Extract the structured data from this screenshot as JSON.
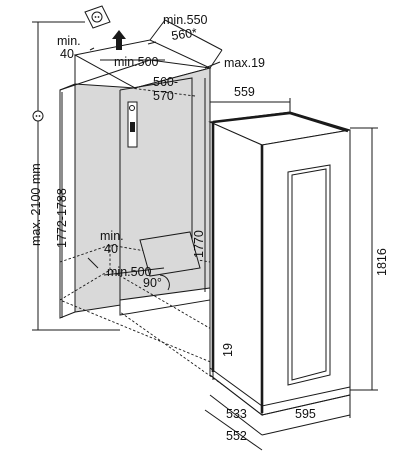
{
  "labels": {
    "min_550": "min.550",
    "d_560_star": "560*",
    "min_40_top": "min.\n40",
    "min_500_top": "min.500",
    "max_19": "max.19",
    "d_560_570_a": "560-",
    "d_560_570_b": "570",
    "d_559": "559",
    "max_2100": "max. 2100 mm",
    "d_1772_1788": "1772-1788",
    "d_1770": "1770",
    "d_1816": "1816",
    "min_40_bottom_a": "min.",
    "min_40_bottom_b": "40",
    "min_500_bottom": "min.500",
    "angle_90": "90°",
    "d_19": "19",
    "d_533": "533",
    "d_595": "595",
    "d_552": "552"
  },
  "colors": {
    "niche_interior": "#d9d9d9",
    "lines": "#1a1a1a"
  },
  "icons": {
    "socket_top": "power-socket-icon",
    "socket_side": "power-socket-icon",
    "air_vent_arrow": "arrow-up-icon"
  }
}
